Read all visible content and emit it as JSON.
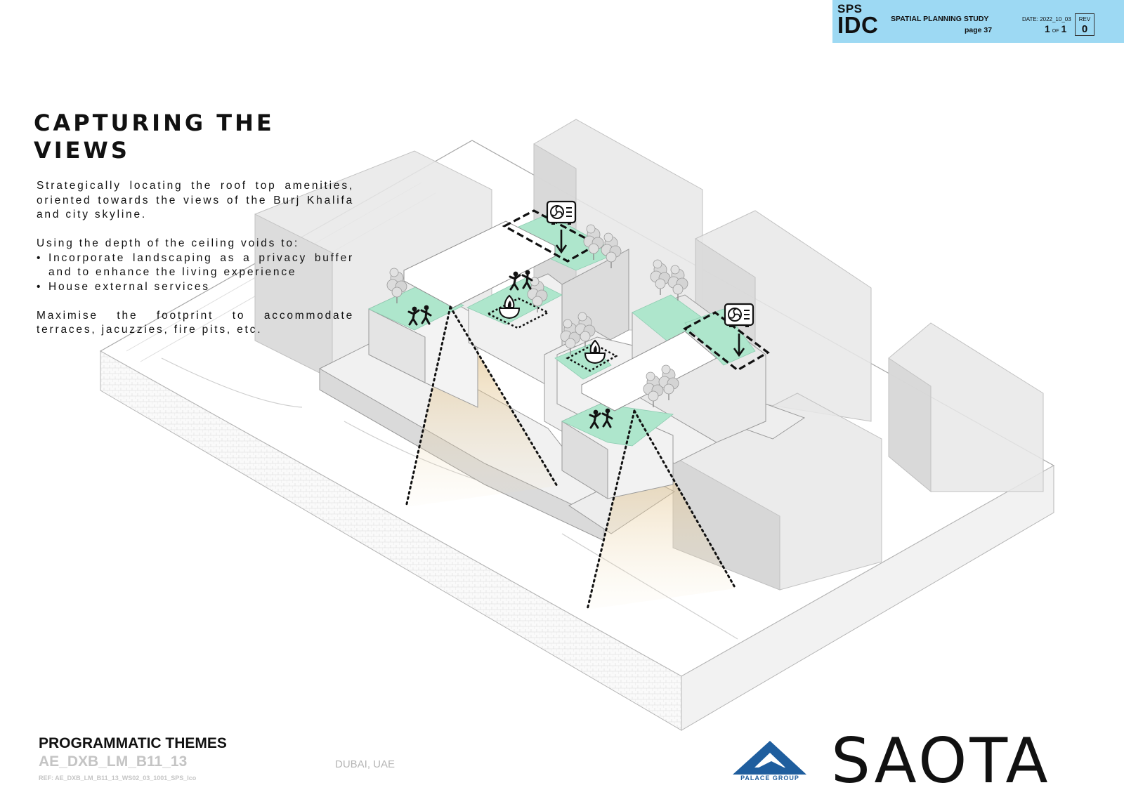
{
  "header": {
    "sps": "SPS",
    "idc": "IDC",
    "study": "SPATIAL PLANNING STUDY",
    "page": "page 37",
    "date": "DATE: 2022_10_03",
    "sheet_num": "1",
    "sheet_of": "OF",
    "sheet_total": "1",
    "rev_label": "REV",
    "rev_value": "0",
    "color": "#9dd9f3"
  },
  "title": "CAPTURING THE VIEWS",
  "body": {
    "p1": "Strategically locating the roof top amenities, oriented towards the views of the Burj Khalifa and city skyline.",
    "p2": "Using the depth of the ceiling voids to:",
    "bullets": [
      "Incorporate landscaping as a privacy buffer and to enhance the living experience",
      "House external services"
    ],
    "p3": "Maximise the footprint to accommodate terraces, jacuzzies, fire pits, etc."
  },
  "footer": {
    "theme": "PROGRAMMATIC THEMES",
    "code": "AE_DXB_LM_B11_13",
    "ref": "REF: AE_DXB_LM_B11_13_WS02_03_1001_SPS_Ico",
    "location": "DUBAI, UAE",
    "palace": "PALACE GROUP",
    "brand": "SAOTA"
  },
  "colors": {
    "landscape": "#aee6cc",
    "view_cone": "#e8d2a6",
    "massing": "#e3e3e3",
    "palace_blue": "#1f5e9e"
  },
  "icons": [
    "hvac-unit-icon",
    "people-dancing-icon",
    "fire-pit-icon",
    "tree-icon",
    "down-arrow-icon"
  ]
}
